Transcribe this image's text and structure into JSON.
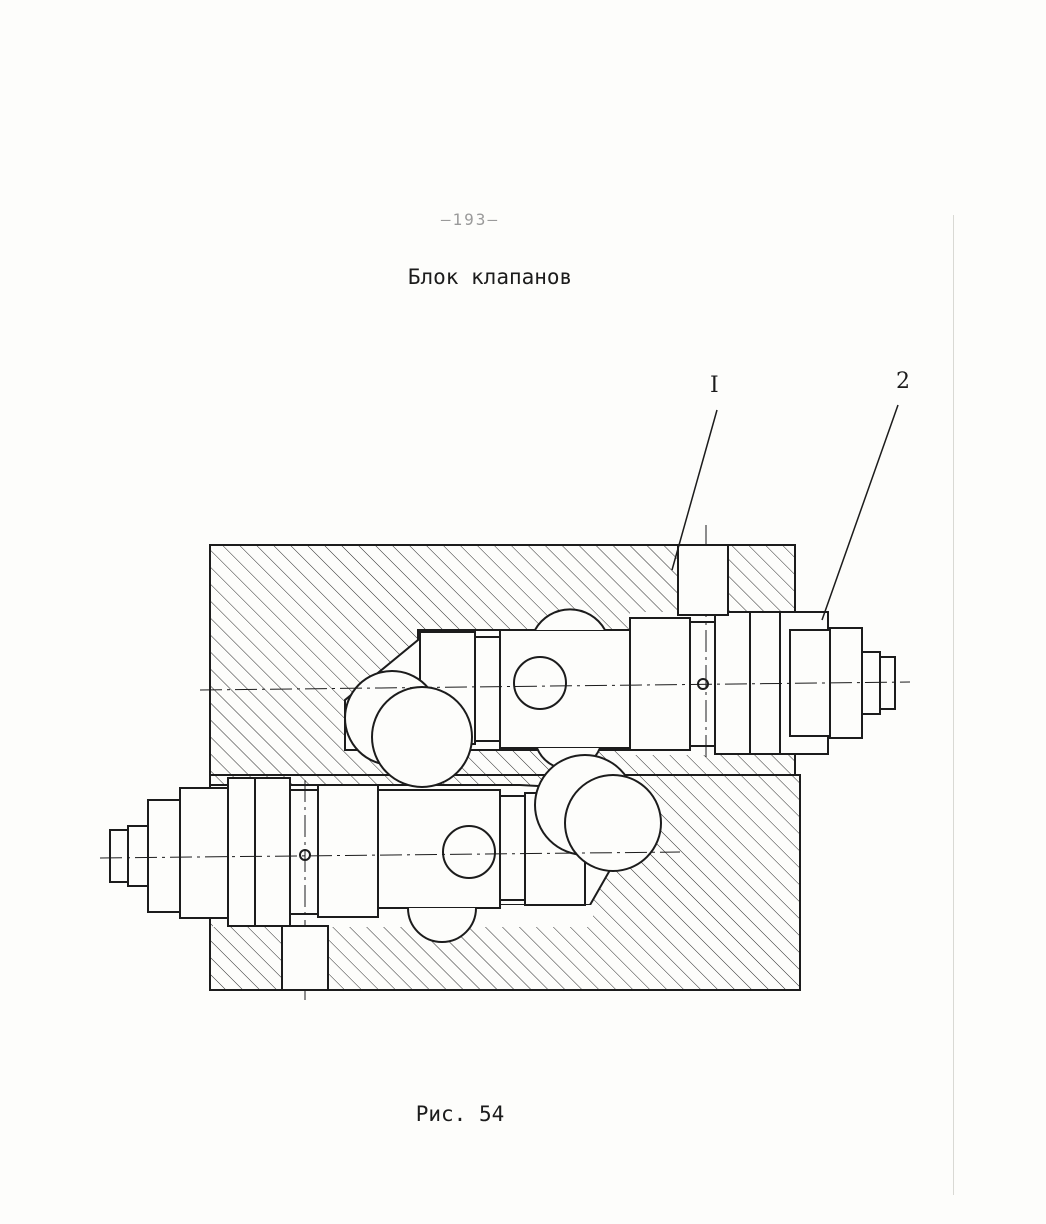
{
  "page": {
    "page_number": "—193—",
    "title": "Блок клапанов",
    "caption": "Рис. 54"
  },
  "drawing": {
    "callouts": [
      {
        "label": "I"
      },
      {
        "label": "2"
      }
    ],
    "colors": {
      "ink": "#1c1c1c",
      "paper": "#fdfdfb",
      "hatch": "#2a2a2a"
    }
  }
}
